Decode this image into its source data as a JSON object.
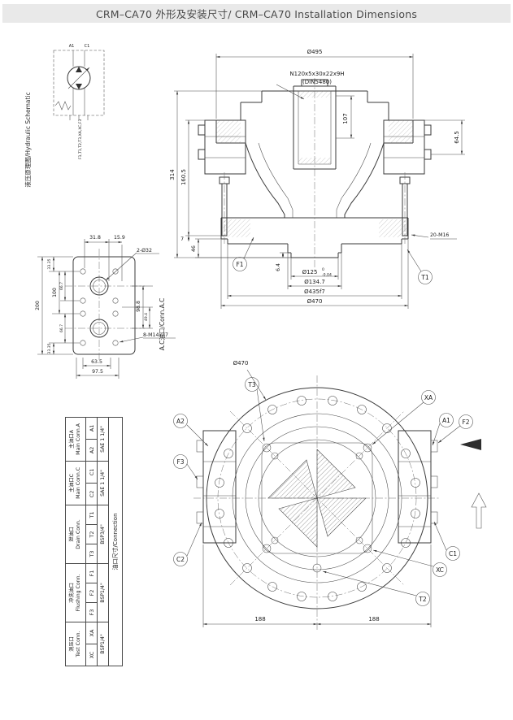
{
  "title": "CRM–CA70 外形及安装尺寸/ CRM–CA70 Installation Dimensions",
  "schematic": {
    "label": "液压原理图/Hydraulic Schematic",
    "port_left": "A1",
    "port_right": "C1",
    "ports_bottom": "F1,T1,T2,T3,XA,XC,F3"
  },
  "section": {
    "dia_495": "Ø495",
    "spline_line1": "N120x5x30x22x9H",
    "spline_line2": "(DIN5480)",
    "dim_107": "107",
    "dim_64_5": "64.5",
    "dim_160_5": "160.5",
    "dim_314": "314",
    "dim_7": "7",
    "dim_46": "46",
    "dim_6_4": "6.4",
    "label_20_m16": "20-M16",
    "port_f1": "F1",
    "port_t1": "T1",
    "dia_125": "Ø125",
    "dia_125_tol_upper": "0",
    "dia_125_tol_lower": "-0.04",
    "dia_134_7": "Ø134.7",
    "dia_435": "Ø435f7",
    "dia_470": "Ø470"
  },
  "port_face": {
    "label": "A.C油口/Conn.A.C",
    "dim_31_8": "31.8",
    "dim_15_9": "15.9",
    "label_2_d32": "2-Ø32",
    "dim_200": "200",
    "dim_100": "100",
    "dim_33_35_top": "33.35",
    "dim_33_35_bottom": "33.35",
    "dim_66_7_top": "66.7",
    "dim_66_7_bottom": "66.7",
    "dim_98_8": "98.8",
    "dim_49_4": "49.4",
    "label_8_m14": "8-M14x27",
    "dim_63_5": "63.5",
    "dim_97_5": "97.5"
  },
  "front_view": {
    "dia_470": "Ø470",
    "dim_188_left": "188",
    "dim_188_right": "188",
    "port_t3": "T3",
    "port_xa": "XA",
    "port_a1": "A1",
    "port_f2": "F2",
    "port_a2": "A2",
    "port_f3": "F3",
    "port_c2": "C2",
    "port_xc": "XC",
    "port_c1": "C1",
    "port_t2": "T2"
  },
  "conn_table": {
    "title": "油口尺寸/Connection",
    "groups": [
      {
        "cn": "主油口A",
        "en": "Main Conn.A",
        "ports": [
          "A1",
          "A2"
        ],
        "size": "SAE 1 1/4\""
      },
      {
        "cn": "主油口C",
        "en": "Main Conn.C",
        "ports": [
          "C1",
          "C2"
        ],
        "size": "SAE 1 1/4\""
      },
      {
        "cn": "泄油口",
        "en": "Drain Conn.",
        "ports": [
          "T1",
          "T2",
          "T3"
        ],
        "size": "BSP3/4\""
      },
      {
        "cn": "冲洗油口",
        "en": "Flushing Conn.",
        "ports": [
          "F1",
          "F2",
          "F3"
        ],
        "size": "BSP1/4\""
      },
      {
        "cn": "测压口",
        "en": "Test Conn.",
        "ports": [
          "XA",
          "XC"
        ],
        "size": "BSP1/4\""
      }
    ]
  }
}
